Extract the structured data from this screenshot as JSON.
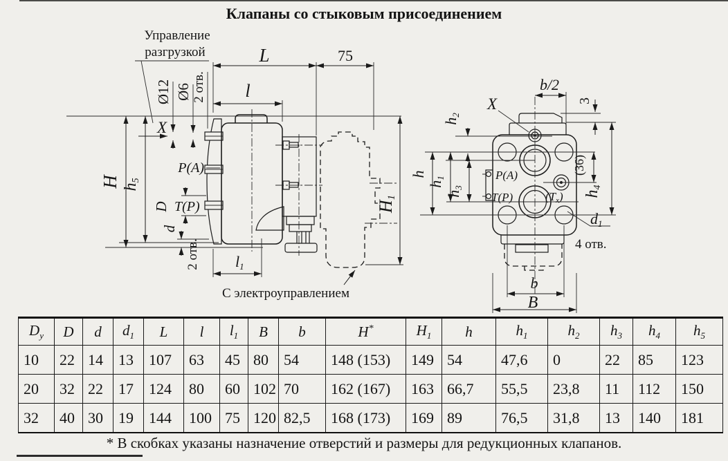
{
  "title": "Клапаны со стыковым присоединением",
  "fig_left": {
    "control_label_line1": "Управление",
    "control_label_line2": "разгрузкой",
    "dia12": "Ø12",
    "dia6": "Ø6",
    "two_holes_top": "2 отв.",
    "dim_L": "L",
    "dim_75": "75",
    "dim_l": "l",
    "section_X": "X",
    "port_PA": "P(A)",
    "dim_D": "D",
    "port_TP": "T(P)",
    "dim_d": "d",
    "two_holes_bottom": "2 отв.",
    "dim_H": "H",
    "dim_h5_base": "h",
    "dim_h5_sub": "5",
    "dim_l1_base": "l",
    "dim_l1_sub": "1",
    "dim_H1_base": "H",
    "dim_H1_sub": "1",
    "electro_label": "С электроуправлением"
  },
  "fig_right": {
    "dim_b_half": "b/2",
    "dim_3": "3",
    "section_X": "X",
    "dim_h2_base": "h",
    "dim_h2_sub": "2",
    "dim_h": "h",
    "dim_h1_base": "h",
    "dim_h1_sub": "1",
    "dim_h3_base": "h",
    "dim_h3_sub": "3",
    "port_PA": "P(A)",
    "port_TP": "T(P)",
    "port_Tx_open": "(T",
    "port_Tx_sub": "x",
    "port_Tx_close": ")",
    "dim_36": "(36)",
    "dim_h4_base": "h",
    "dim_h4_sub": "4",
    "dim_d1_base": "d",
    "dim_d1_sub": "1",
    "four_holes": "4 отв.",
    "dim_b": "b",
    "dim_B": "B"
  },
  "table": {
    "headers": [
      {
        "base": "D",
        "sub": "у"
      },
      {
        "base": "D"
      },
      {
        "base": "d"
      },
      {
        "base": "d",
        "sub": "1"
      },
      {
        "base": "L"
      },
      {
        "base": "l"
      },
      {
        "base": "l",
        "sub": "1"
      },
      {
        "base": "B"
      },
      {
        "base": "b"
      },
      {
        "base": "H",
        "sup": "*"
      },
      {
        "base": "H",
        "sub": "1"
      },
      {
        "base": "h"
      },
      {
        "base": "h",
        "sub": "1"
      },
      {
        "base": "h",
        "sub": "2"
      },
      {
        "base": "h",
        "sub": "3"
      },
      {
        "base": "h",
        "sub": "4"
      },
      {
        "base": "h",
        "sub": "5"
      }
    ],
    "rows": [
      [
        "10",
        "22",
        "14",
        "13",
        "107",
        "63",
        "45",
        "80",
        "54",
        "148 (153)",
        "149",
        "54",
        "47,6",
        "0",
        "22",
        "85",
        "123"
      ],
      [
        "20",
        "32",
        "22",
        "17",
        "124",
        "80",
        "60",
        "102",
        "70",
        "162 (167)",
        "163",
        "66,7",
        "55,5",
        "23,8",
        "11",
        "112",
        "150"
      ],
      [
        "32",
        "40",
        "30",
        "19",
        "144",
        "100",
        "75",
        "120",
        "82,5",
        "168 (173)",
        "169",
        "89",
        "76,5",
        "31,8",
        "13",
        "140",
        "181"
      ]
    ],
    "footnote": "* В скобках указаны назначение отверстий и размеры для редукционных клапанов."
  }
}
